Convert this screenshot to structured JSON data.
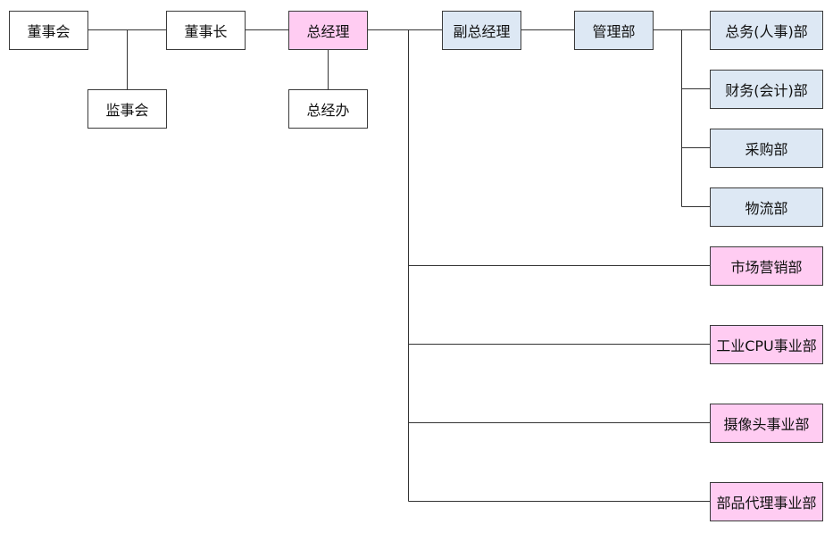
{
  "colors": {
    "white": "#ffffff",
    "pink": "#ffccf2",
    "blue": "#dde8f4",
    "line": "#333333"
  },
  "nodes": {
    "board": "董事会",
    "supervisors": "监事会",
    "chairman": "董事长",
    "general_manager": "总经理",
    "gm_office": "总经办",
    "deputy_gm": "副总经理",
    "management_dept": "管理部",
    "general_affairs": "总务(人事)部",
    "finance": "财务(会计)部",
    "purchasing": "采购部",
    "logistics": "物流部",
    "marketing": "市场营销部",
    "industrial_cpu": "工业CPU事业部",
    "camera": "摄像头事业部",
    "parts_agency": "部品代理事业部"
  }
}
